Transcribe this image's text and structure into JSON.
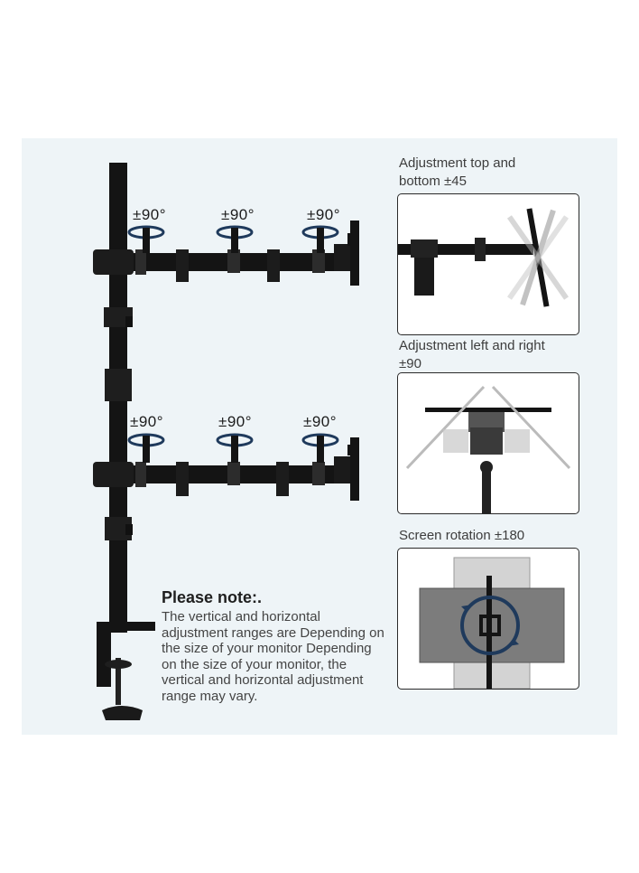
{
  "rotation_labels": {
    "top_row": [
      "±90°",
      "±90°",
      "±90°"
    ],
    "bottom_row": [
      "±90°",
      "±90°",
      "±90°"
    ]
  },
  "callouts": [
    {
      "caption": "Adjustment top and bottom ±45"
    },
    {
      "caption": "Adjustment left and right ±90"
    },
    {
      "caption": "Screen rotation ±180"
    }
  ],
  "note": {
    "title": "Please note:.",
    "body": "The vertical and horizontal adjustment ranges are Depending on the size of your monitor Depending on the size of your monitor, the vertical and horizontal adjustment range may vary."
  },
  "colors": {
    "panel_bg": "#eef4f7",
    "metal": "#141414",
    "arrow_blue": "#1f3a5c"
  }
}
